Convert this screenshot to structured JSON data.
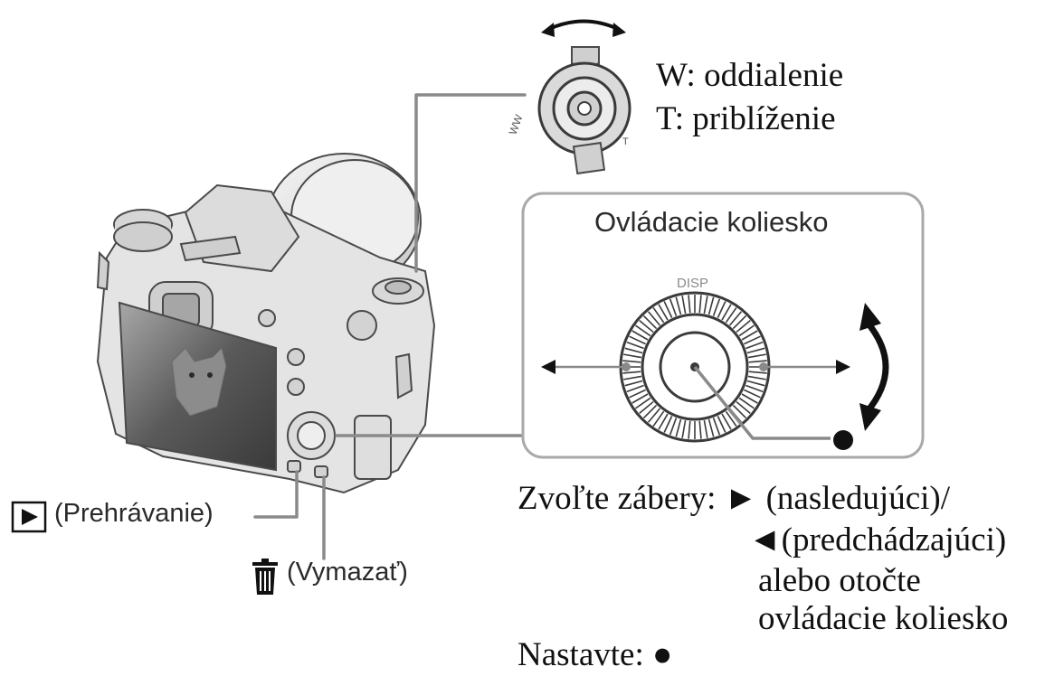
{
  "zoom": {
    "w_text": "W: oddialenie",
    "t_text": "T: priblíženie"
  },
  "control_wheel": {
    "title": "Ovládacie koliesko",
    "disp_label": "DISP"
  },
  "buttons": {
    "playback_label": "(Prehrávanie)",
    "delete_label": "(Vymazať)"
  },
  "instructions": {
    "select_line1": "Zvoľte zábery: ► (nasledujúci)/",
    "select_line2": "◄(predchádzajúci)",
    "select_line3": "alebo otočte",
    "select_line4": "ovládacie koliesko",
    "set_text": "Nastavte: ●"
  },
  "icons": {
    "playback": "playback-icon",
    "delete": "trash-icon",
    "rotate": "rotate-arrows-icon",
    "center_button": "center-dot-icon"
  },
  "colors": {
    "line": "#8a8a8a",
    "ink": "#111111",
    "panel_border": "#a9a9a9"
  }
}
